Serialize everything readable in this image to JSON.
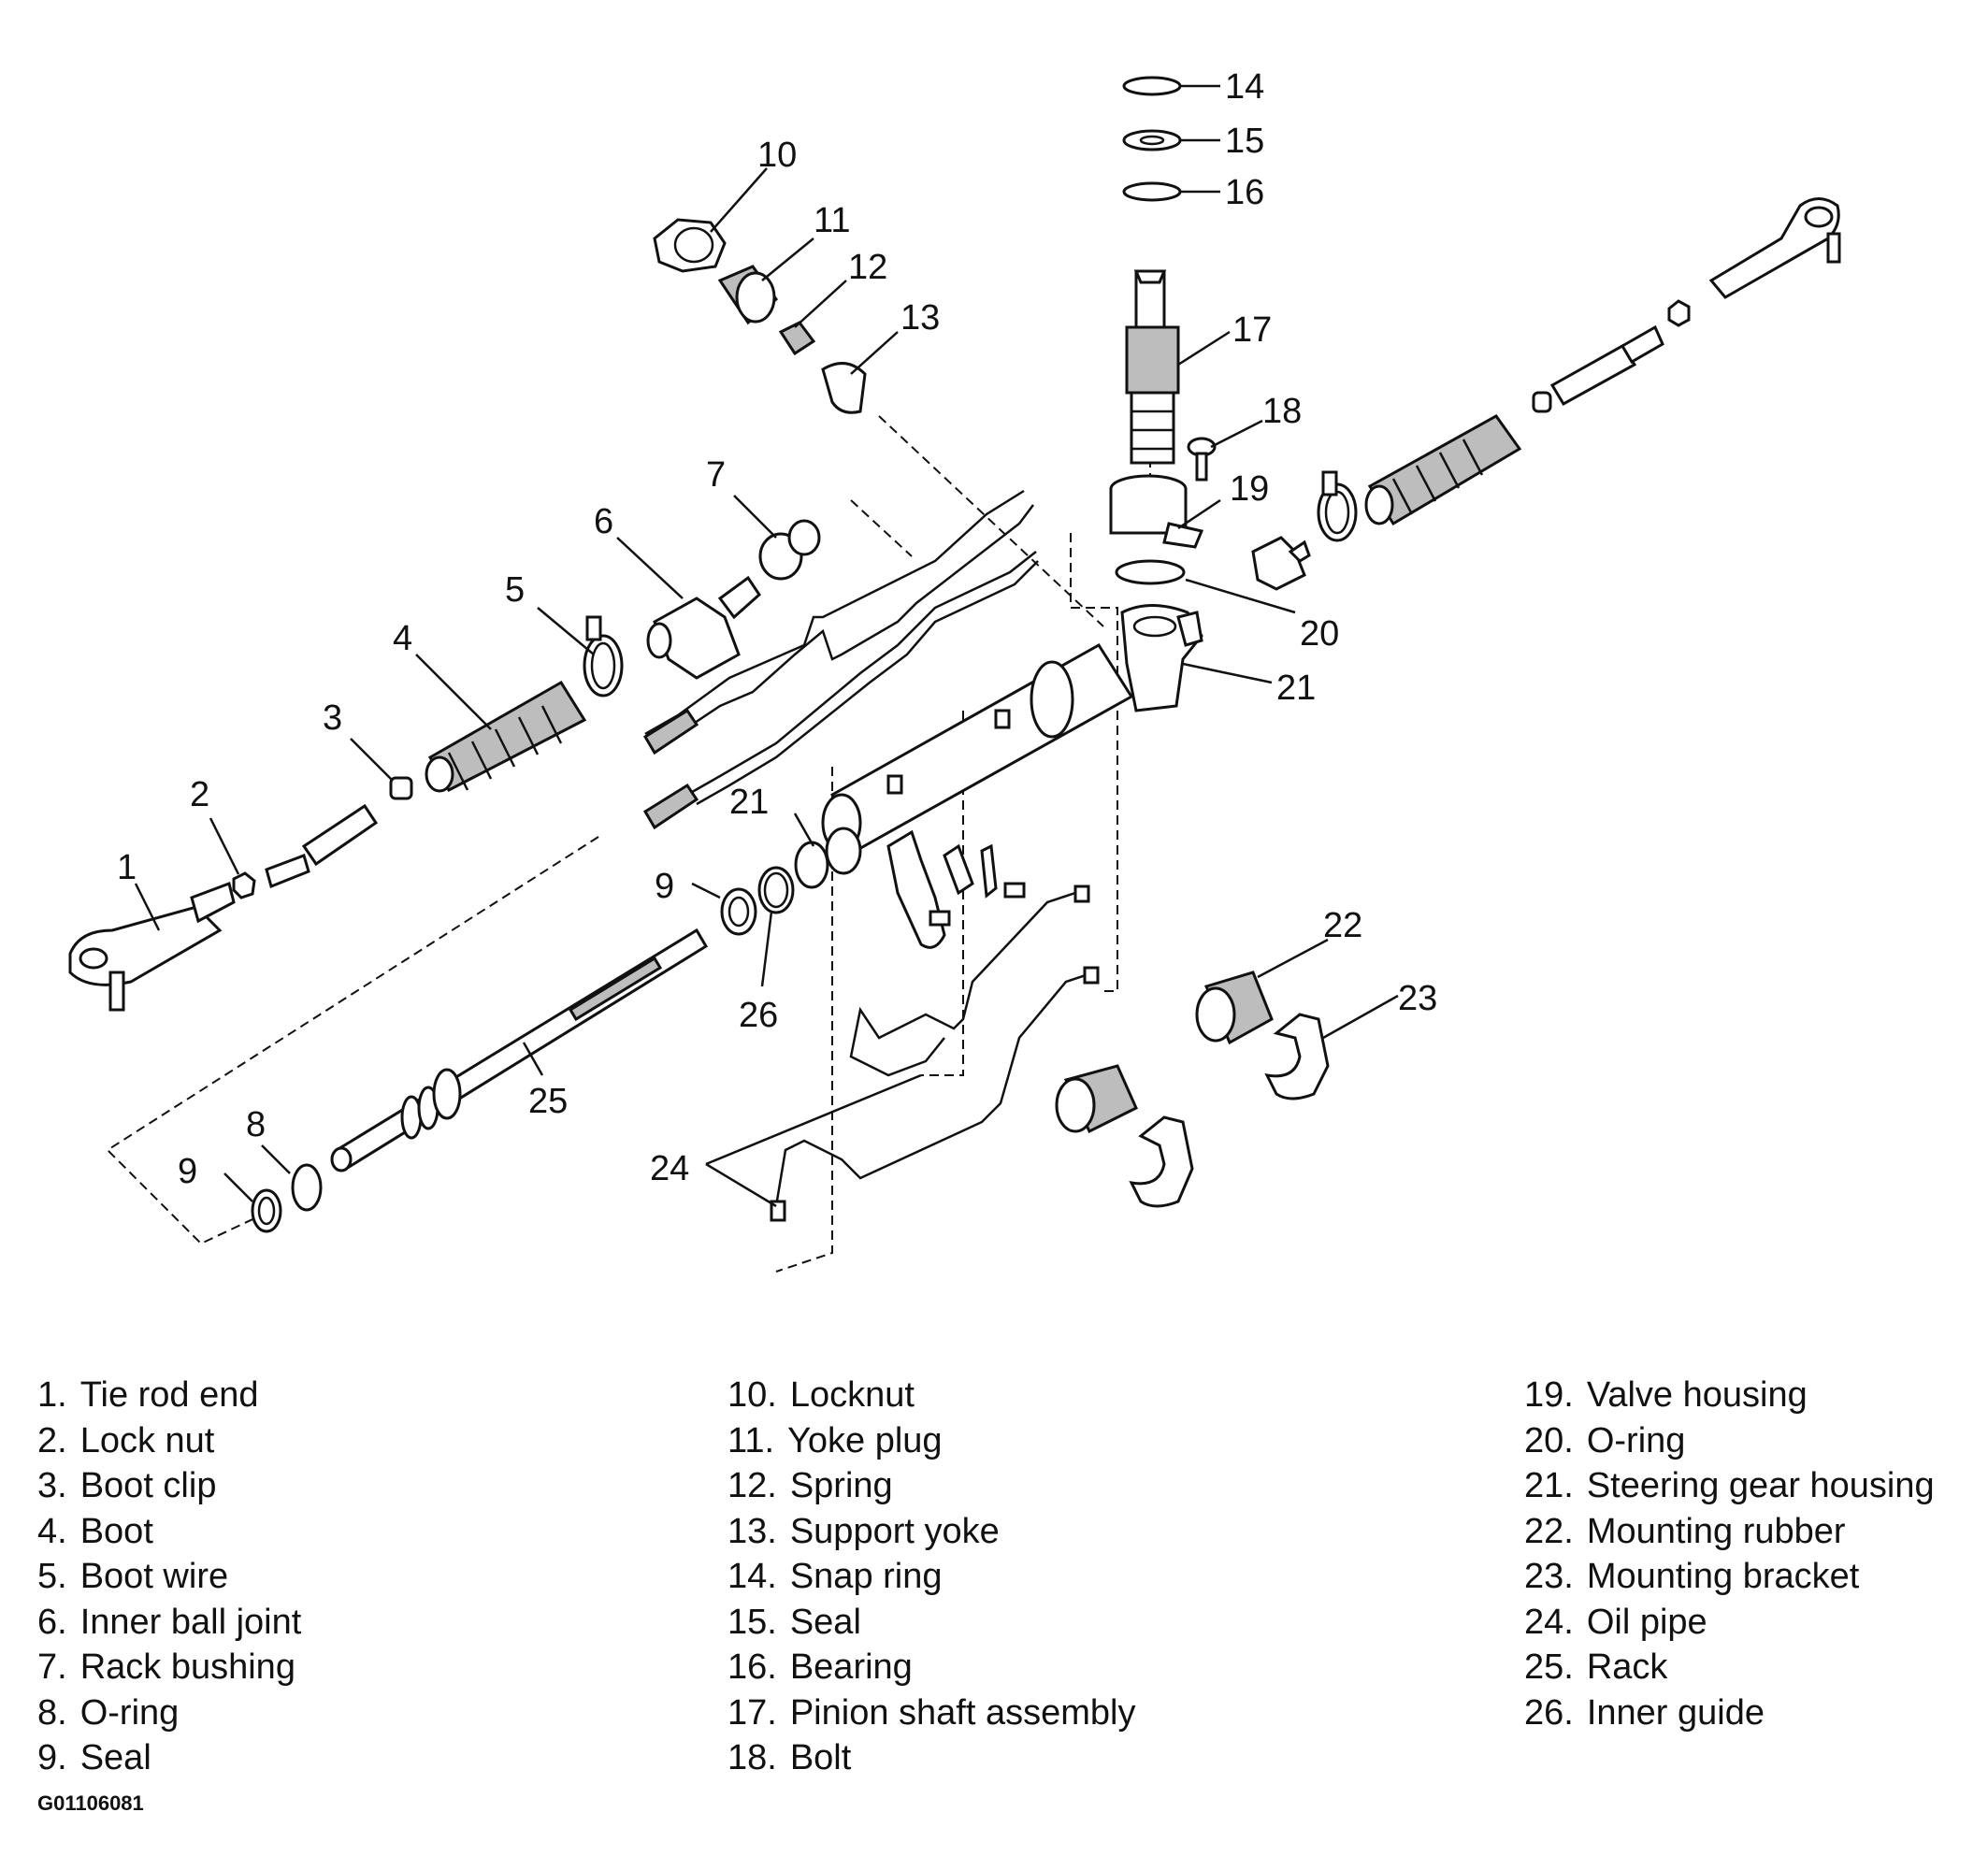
{
  "callouts": [
    "1",
    "2",
    "3",
    "4",
    "5",
    "6",
    "7",
    "8",
    "9",
    "10",
    "11",
    "12",
    "13",
    "14",
    "15",
    "16",
    "17",
    "18",
    "19",
    "20",
    "21",
    "22",
    "23",
    "24",
    "25",
    "26",
    "9",
    "21"
  ],
  "legend": {
    "col1": [
      {
        "n": "1.",
        "t": "Tie rod end"
      },
      {
        "n": "2.",
        "t": "Lock nut"
      },
      {
        "n": "3.",
        "t": "Boot clip"
      },
      {
        "n": "4.",
        "t": "Boot"
      },
      {
        "n": "5.",
        "t": "Boot wire"
      },
      {
        "n": "6.",
        "t": "Inner ball joint"
      },
      {
        "n": "7.",
        "t": "Rack bushing"
      },
      {
        "n": "8.",
        "t": "O-ring"
      },
      {
        "n": "9.",
        "t": "Seal"
      }
    ],
    "col2": [
      {
        "n": "10.",
        "t": "Locknut"
      },
      {
        "n": "11.",
        "t": "Yoke plug"
      },
      {
        "n": "12.",
        "t": "Spring"
      },
      {
        "n": "13.",
        "t": "Support yoke"
      },
      {
        "n": "14.",
        "t": "Snap ring"
      },
      {
        "n": "15.",
        "t": "Seal"
      },
      {
        "n": "16.",
        "t": "Bearing"
      },
      {
        "n": "17.",
        "t": "Pinion shaft assembly"
      },
      {
        "n": "18.",
        "t": "Bolt"
      }
    ],
    "col3": [
      {
        "n": "19.",
        "t": "Valve housing"
      },
      {
        "n": "20.",
        "t": "O-ring"
      },
      {
        "n": "21.",
        "t": "Steering gear housing"
      },
      {
        "n": "22.",
        "t": "Mounting rubber"
      },
      {
        "n": "23.",
        "t": "Mounting bracket"
      },
      {
        "n": "24.",
        "t": "Oil pipe"
      },
      {
        "n": "25.",
        "t": "Rack"
      },
      {
        "n": "26.",
        "t": "Inner guide"
      }
    ]
  },
  "figure_code": "G01106081"
}
